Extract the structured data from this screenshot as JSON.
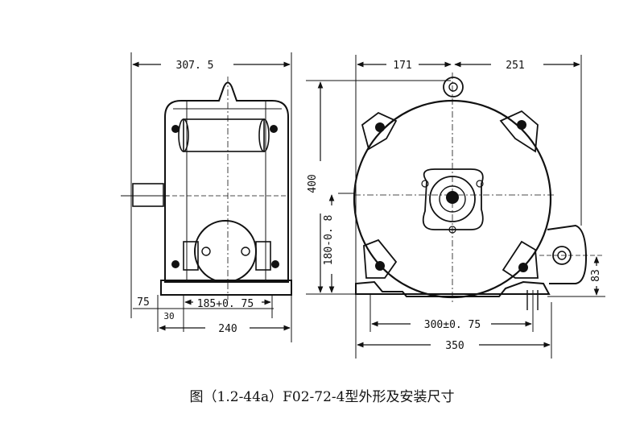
{
  "caption": "图（1.2-44a）F02-72-4型外形及安装尺寸",
  "side_view": {
    "dims": {
      "overall_width": "307. 5",
      "base_hole_spacing": "185+0. 75",
      "base_width": "240",
      "shaft_height": "75",
      "base_offset": "30"
    }
  },
  "front_view": {
    "dims": {
      "left_width": "171",
      "right_width": "251",
      "overall_height": "400",
      "center_height": "180-0. 8",
      "base_hole_spacing": "300±0. 75",
      "base_width": "350",
      "terminal_height": "83"
    }
  }
}
